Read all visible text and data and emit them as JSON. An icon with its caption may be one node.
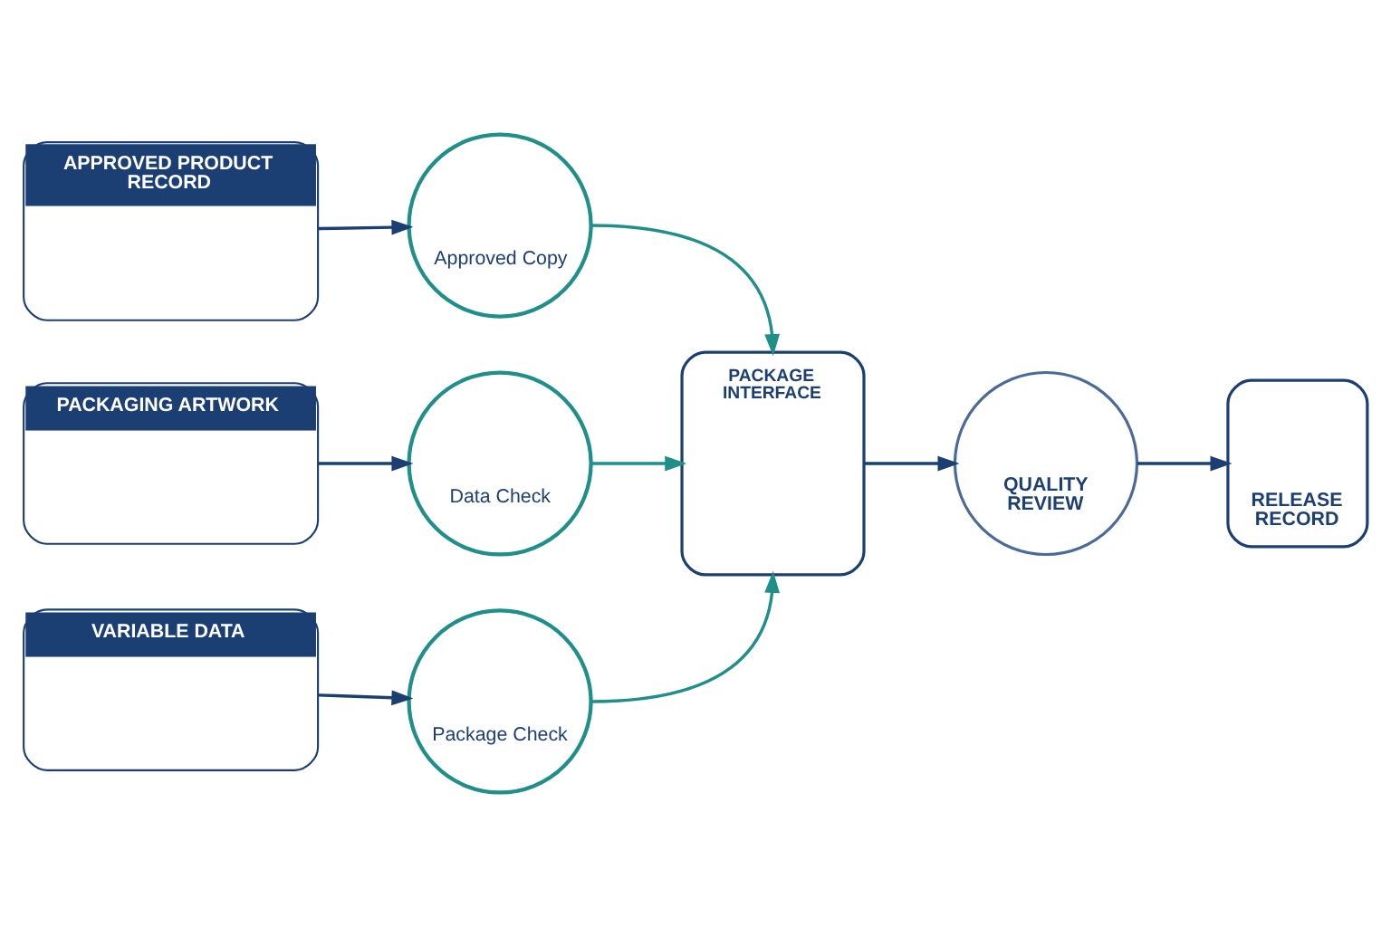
{
  "diagram": {
    "nodes": [
      {
        "text": [
          "APPROVED PRODUCT RECORD"
        ]
      },
      {
        "text": [
          "Approved Copy"
        ]
      },
      {
        "text": [
          "PACKAGING ARTWORK"
        ]
      },
      {
        "text": [
          "Data Check"
        ]
      },
      {
        "text": [
          "VARIABLE DATA"
        ]
      },
      {
        "text": [
          "Package Check"
        ]
      },
      {
        "text": [
          "PACKAGE INTERFACE"
        ]
      },
      {
        "text": [
          "QUALITY REVIEW"
        ]
      },
      {
        "text": [
          "RELEASE RECORD"
        ]
      }
    ],
    "edges": [
      {
        "from": 0,
        "to": 1,
        "arrow": "to"
      },
      {
        "from": 1,
        "to": 6,
        "arrow": "to",
        "color": "#1f8f8a"
      },
      {
        "from": 2,
        "to": 3,
        "arrow": "to"
      },
      {
        "from": 3,
        "to": 6,
        "arrow": "to",
        "color": "#1f8f8a"
      },
      {
        "from": 4,
        "to": 5,
        "arrow": "to"
      },
      {
        "from": 5,
        "to": 6,
        "arrow": "to",
        "color": "#1f8f8a"
      },
      {
        "from": 6,
        "to": 7,
        "arrow": "to"
      },
      {
        "from": 7,
        "to": 8,
        "arrow": "to"
      }
    ]
  }
}
